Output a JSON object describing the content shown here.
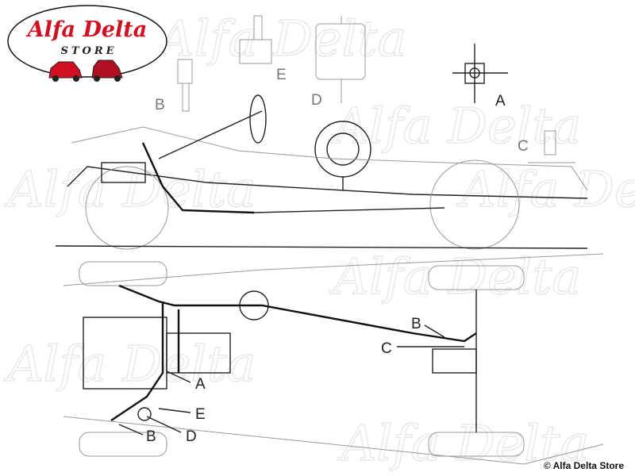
{
  "logo": {
    "title": "Alfa Delta",
    "subtitle": "STORE"
  },
  "watermark": "Alfa Delta",
  "side_view": {
    "detail_labels": {
      "a": "A",
      "b": "B",
      "c": "C",
      "d": "D",
      "e": "E"
    }
  },
  "plan_view": {
    "callouts": {
      "a": "A",
      "b_top": "B",
      "c": "C",
      "e": "E",
      "d": "D",
      "b_bottom": "B"
    }
  },
  "copyright": "© Alfa Delta Store"
}
